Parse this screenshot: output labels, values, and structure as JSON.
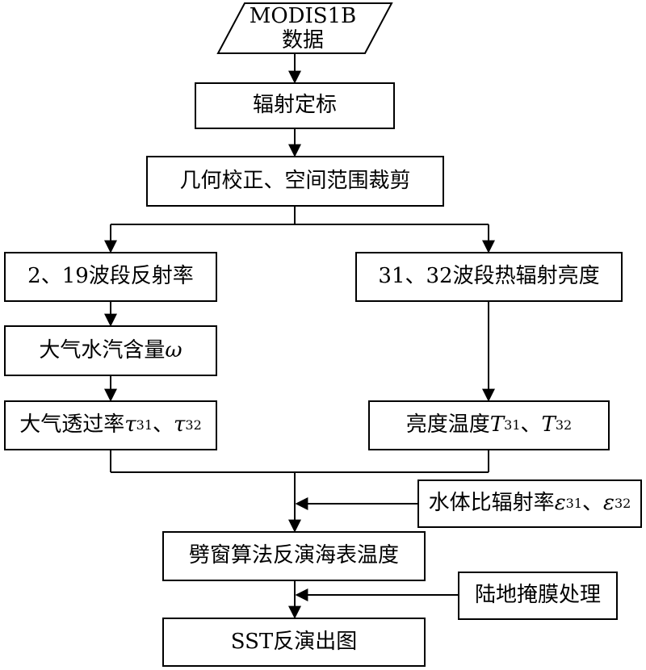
{
  "nodes": {
    "modis": {
      "line1": "MODIS1B",
      "line2": "数据"
    },
    "calibration": "辐射定标",
    "geocorrection": "几何校正、空间范围裁剪",
    "reflectance": "2、19波段反射率",
    "radiance": "31、32波段热辐射亮度",
    "water_vapor": {
      "text": "大气水汽含量",
      "symbol": "ω"
    },
    "transmittance": {
      "text": "大气透过率",
      "sym1": "τ",
      "sub1": "31",
      "sep": "、",
      "sym2": "τ",
      "sub2": "32"
    },
    "bright_temp": {
      "text": "亮度温度",
      "sym1": "T",
      "sub1": "31",
      "sep": "、",
      "sym2": "T",
      "sub2": "32"
    },
    "emissivity": {
      "text": "水体比辐射率",
      "sym1": "ε",
      "sub1": "31",
      "sep": "、",
      "sym2": "ε",
      "sub2": "32"
    },
    "split_window": "劈窗算法反演海表温度",
    "land_mask": "陆地掩膜处理",
    "sst_map": "SST反演出图"
  }
}
